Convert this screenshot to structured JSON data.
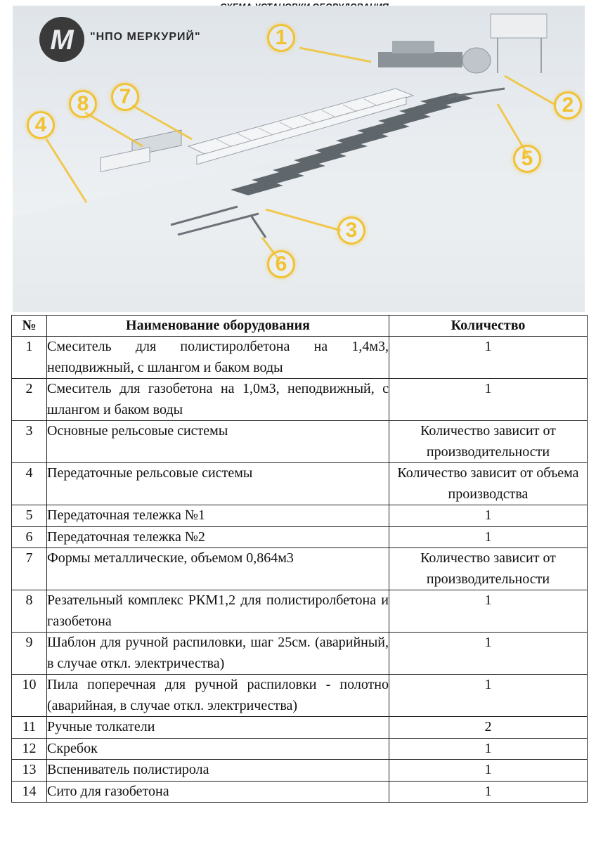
{
  "title": "СХЕМА УСТАНОВКИ ОБОРУДОВАНИЯ",
  "logo": {
    "text": "\"НПО МЕРКУРИЙ\"",
    "letter": "M"
  },
  "markers": [
    "1",
    "2",
    "3",
    "4",
    "5",
    "6",
    "7",
    "8"
  ],
  "colors": {
    "marker": "#f1c232",
    "background": "#e6eaee"
  },
  "table": {
    "headers": {
      "num": "№",
      "name": "Наименование оборудования",
      "qty": "Количество"
    },
    "rows": [
      {
        "num": "1",
        "name": "Смеситель для полистиролбетона на 1,4м3, неподвижный, с шлангом и баком воды",
        "qty": "1"
      },
      {
        "num": "2",
        "name": "Смеситель для газобетона на 1,0м3, неподвижный, с шлангом и баком воды",
        "qty": "1"
      },
      {
        "num": "3",
        "name": "Основные рельсовые системы",
        "qty": "Количество зависит от производительности"
      },
      {
        "num": "4",
        "name": "Передаточные рельсовые системы",
        "qty": "Количество зависит от объема производства"
      },
      {
        "num": "5",
        "name": "Передаточная тележка №1",
        "qty": "1"
      },
      {
        "num": "6",
        "name": "Передаточная тележка №2",
        "qty": "1"
      },
      {
        "num": "7",
        "name": "Формы металлические, объемом 0,864м3",
        "qty": "Количество зависит от производительности"
      },
      {
        "num": "8",
        "name": "Резательный комплекс РКМ1,2 для полистиролбетона и газобетона",
        "qty": "1"
      },
      {
        "num": "9",
        "name": "Шаблон для ручной распиловки, шаг 25см. (аварийный, в случае откл. электричества)",
        "qty": "1"
      },
      {
        "num": "10",
        "name": "Пила поперечная для ручной распиловки - полотно (аварийная, в случае откл. электричества)",
        "qty": "1"
      },
      {
        "num": "11",
        "name": "Ручные толкатели",
        "qty": "2"
      },
      {
        "num": "12",
        "name": "Скребок",
        "qty": "1"
      },
      {
        "num": "13",
        "name": "Вспениватель полистирола",
        "qty": "1"
      },
      {
        "num": "14",
        "name": "Сито для газобетона",
        "qty": "1"
      }
    ]
  }
}
